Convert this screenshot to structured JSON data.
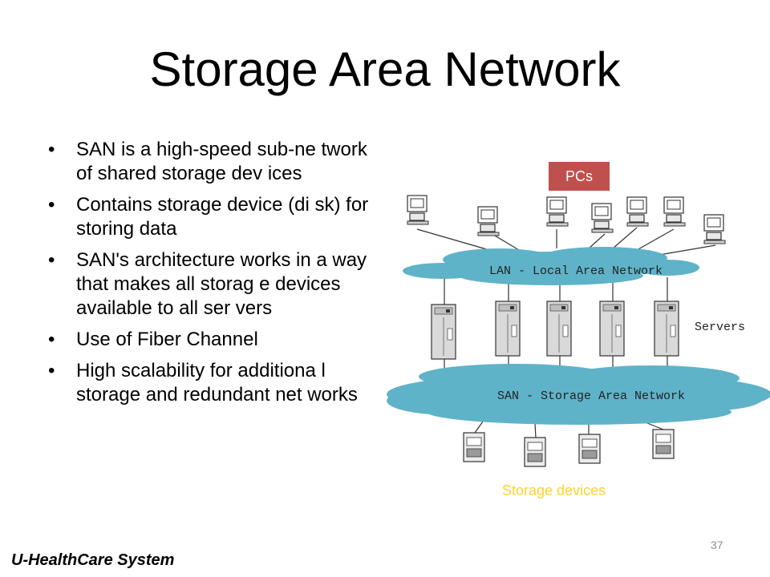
{
  "slide": {
    "title": "Storage Area Network",
    "bullets": [
      "SAN is a high-speed sub-ne twork of shared storage dev ices",
      "Contains storage device (di sk) for storing data",
      "SAN's architecture works in a way that makes all storag e devices available to all ser vers",
      "Use of Fiber Channel",
      "High scalability for additiona l storage and redundant net works"
    ],
    "bullet_glyph": "•",
    "footer": "U-HealthCare System",
    "page_number": "37"
  },
  "diagram": {
    "lan_label": "LAN - Local Area Network",
    "san_label": "SAN - Storage Area Network",
    "servers_label": "Servers",
    "pcs_label": "PCs",
    "storage_label": "Storage devices",
    "colors": {
      "cloud": "#5fb3c9",
      "pcs_box": "#c0504d",
      "storage_label": "#ffd22e"
    }
  }
}
